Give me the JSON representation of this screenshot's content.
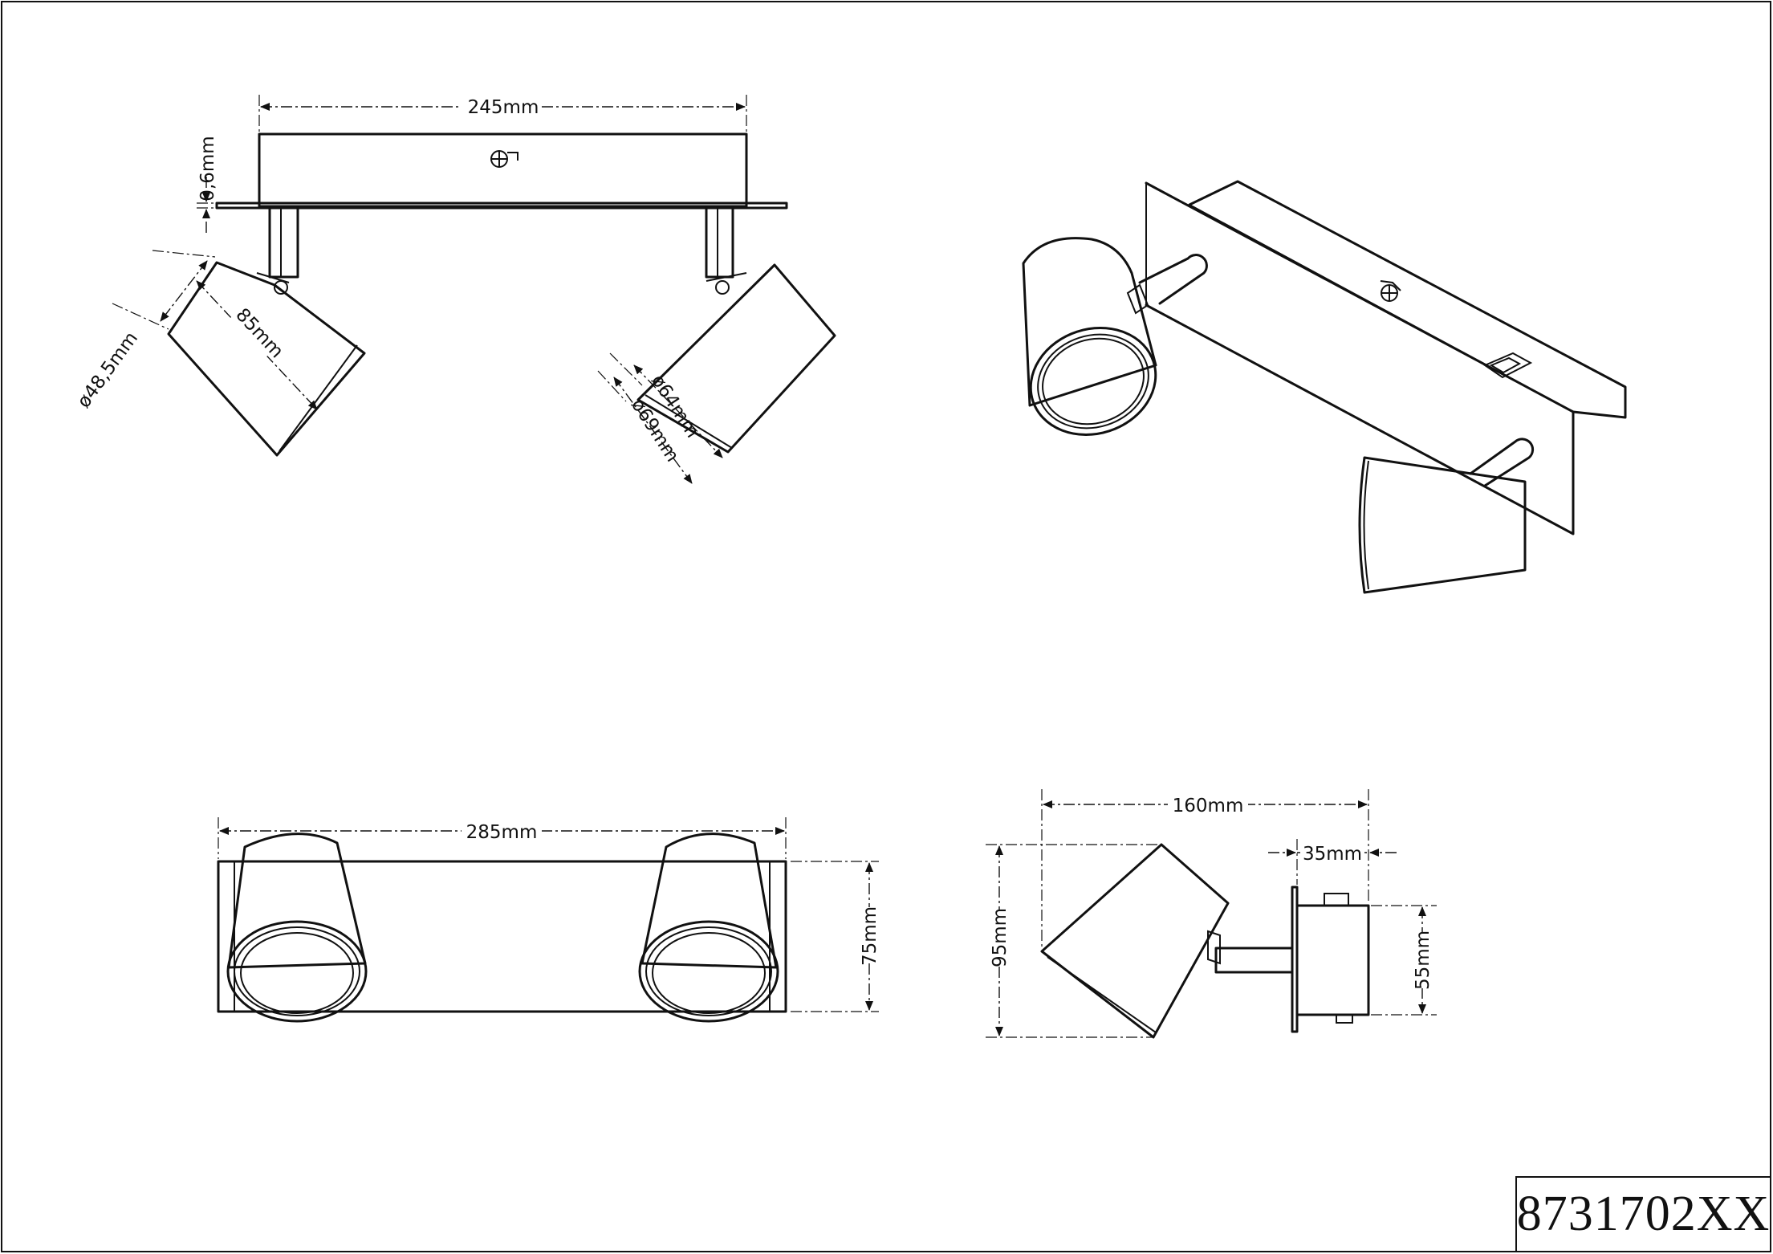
{
  "drawing": {
    "product_code": "8731702XX",
    "dimensions": {
      "top_view_width": "245mm",
      "plate_thickness": "0,6mm",
      "shade_length": "85mm",
      "shade_diameter_small": "ø48,5mm",
      "shade_diameter_inner": "ø64mm",
      "shade_diameter_outer": "ø69mm",
      "front_view_width": "285mm",
      "front_view_height": "75mm",
      "side_view_depth": "160mm",
      "side_view_height": "95mm",
      "base_depth": "35mm",
      "base_height": "55mm"
    }
  }
}
